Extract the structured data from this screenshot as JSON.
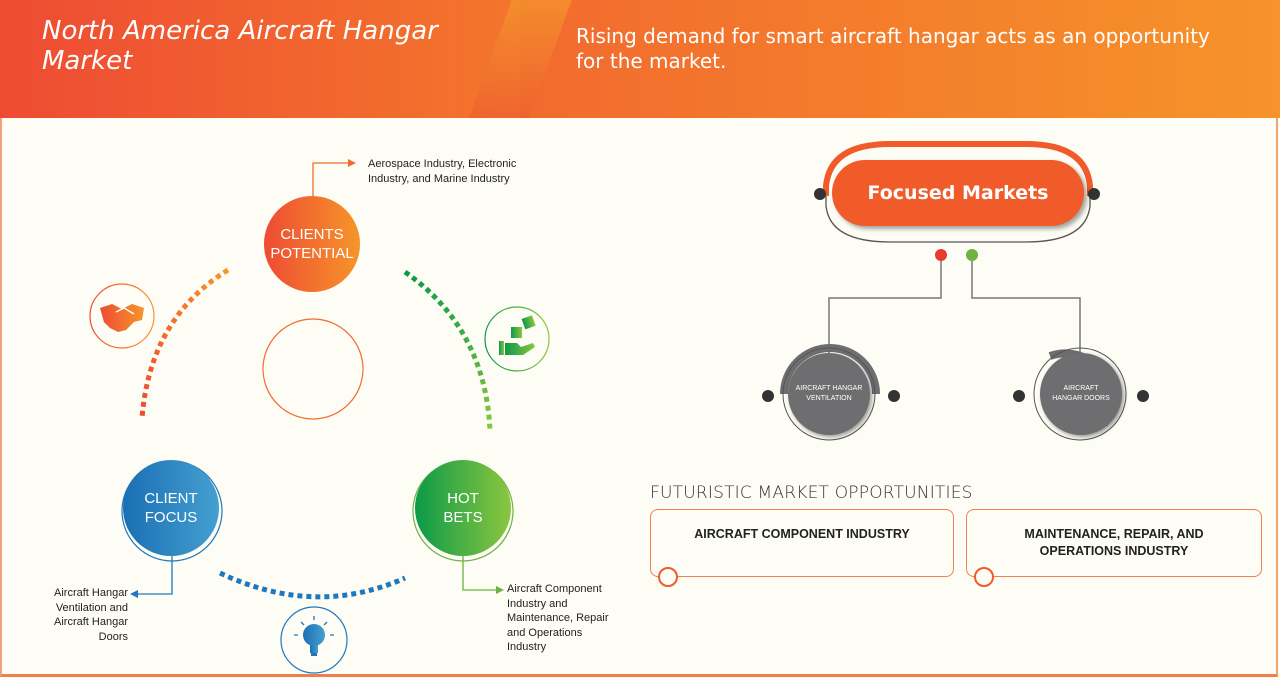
{
  "header": {
    "title": "North America Aircraft Hangar Market",
    "subtitle": "Rising demand for smart aircraft hangar acts as an opportunity for the market."
  },
  "cycle": {
    "nodes": [
      {
        "id": "clients-potential",
        "line1": "CLIENTS",
        "line2": "POTENTIAL",
        "color_start": "#ee4b33",
        "color_end": "#f6952a",
        "description": "Aerospace Industry, Electronic Industry, and Marine Industry"
      },
      {
        "id": "hot-bets",
        "line1": "HOT",
        "line2": "BETS",
        "color_start": "#0c9a48",
        "color_end": "#8cc63f",
        "description": "Aircraft Component Industry and Maintenance, Repair and Operations Industry"
      },
      {
        "id": "client-focus",
        "line1": "CLIENT",
        "line2": "FOCUS",
        "color_start": "#1b75bb",
        "color_end": "#44a0d0",
        "description": "Aircraft Hangar Ventilation and Aircraft Hangar Doors"
      }
    ],
    "icons": [
      "handshake-icon",
      "hand-dice-icon",
      "lightbulb-icon"
    ],
    "descriptions": {
      "clients_potential": [
        "Aerospace Industry, Electronic",
        "Industry, and Marine Industry"
      ],
      "client_focus": [
        "Aircraft Hangar",
        "Ventilation and",
        "Aircraft Hangar",
        "Doors"
      ],
      "hot_bets": [
        "Aircraft Component",
        "Industry and",
        "Maintenance, Repair",
        "and Operations",
        "Industry"
      ]
    }
  },
  "focused_markets": {
    "title": "Focused Markets",
    "accent": "#f15a29",
    "dot_colors": [
      "#e63b2e",
      "#6cb33f"
    ],
    "items": [
      {
        "line1": "AIRCRAFT HANGAR",
        "line2": "VENTILATION"
      },
      {
        "line1": "AIRCRAFT",
        "line2": "HANGAR DOORS"
      }
    ]
  },
  "futuristic": {
    "title": "FUTURISTIC MARKET OPPORTUNITIES",
    "items": [
      {
        "line1": "AIRCRAFT COMPONENT INDUSTRY",
        "line2": ""
      },
      {
        "line1": "MAINTENANCE, REPAIR, AND",
        "line2": "OPERATIONS INDUSTRY"
      }
    ]
  }
}
